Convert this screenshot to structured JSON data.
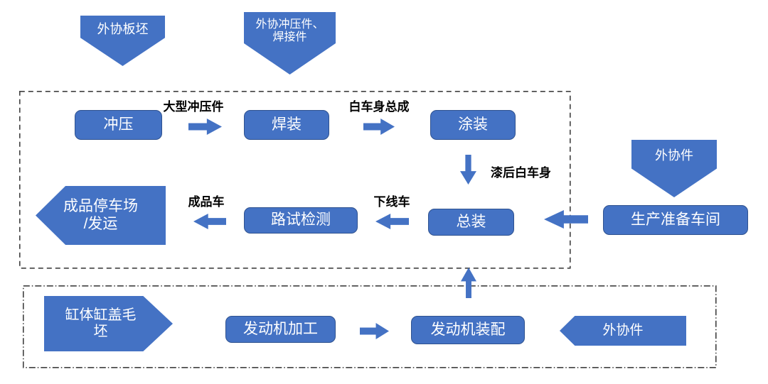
{
  "colors": {
    "shape_fill": "#4472C4",
    "shape_border": "#2F528F",
    "arrow_fill": "#4472C4",
    "boundary_stroke": "#404040",
    "shape_text": "#FFFFFF",
    "flow_label_text": "#000000"
  },
  "external_inputs": {
    "slab": "外协板坯",
    "stamping_welding": "外协冲压件、\n焊接件",
    "parts_top": "外协件",
    "parts_engine": "外协件",
    "cylinder_blank": "缸体缸盖毛\n坯"
  },
  "vehicle_plant": {
    "stamping": "冲压",
    "welding": "焊装",
    "painting": "涂装",
    "assembly": "总装",
    "road_test": "路试检测",
    "prep_workshop": "生产准备车间",
    "parking_shipping": "成品停车场\n/发运"
  },
  "engine_plant": {
    "machining": "发动机加工",
    "assembly": "发动机装配"
  },
  "flow_labels": {
    "large_stampings": "大型冲压件",
    "biw_assembly": "白车身总成",
    "painted_biw": "漆后白车身",
    "offline_vehicle": "下线车",
    "finished_vehicle": "成品车"
  }
}
